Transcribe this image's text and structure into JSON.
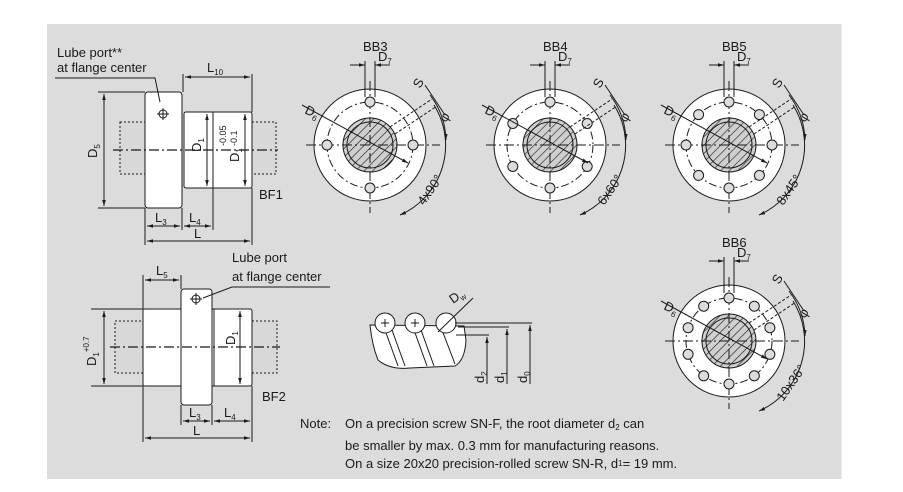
{
  "figure": {
    "background_color": "#dcdcdc",
    "line_color": "#1a1a1a",
    "part_fill": "#ffffff"
  },
  "bf1": {
    "name": "BF1",
    "lube_port_line1": "Lube port**",
    "lube_port_line2": "at flange center",
    "dim_L10": "L",
    "dim_L10_sub": "10",
    "dim_D5": "D",
    "dim_D5_sub": "5",
    "dim_D1": "D",
    "dim_D1_sub": "1",
    "dim_D1_tol": "D",
    "dim_D1_tol_sub": "1",
    "dim_D1_tol_upper": "-0.05",
    "dim_D1_tol_lower": "-0.1",
    "dim_L3": "L",
    "dim_L3_sub": "3",
    "dim_L4": "L",
    "dim_L4_sub": "4",
    "dim_L": "L"
  },
  "bf2": {
    "name": "BF2",
    "lube_port_line1": "Lube port",
    "lube_port_line2": "at flange center",
    "dim_L5": "L",
    "dim_L5_sub": "5",
    "dim_D1_tol": "D",
    "dim_D1_tol_sub": "1",
    "dim_D1_tol_upper": "+0.7",
    "dim_D1": "D",
    "dim_D1_sub": "1",
    "dim_L3": "L",
    "dim_L3_sub": "3",
    "dim_L4": "L",
    "dim_L4_sub": "4",
    "dim_L": "L"
  },
  "flanges": [
    {
      "name": "BB3",
      "holes": 4,
      "angle_label": "4x90°",
      "D6": "D",
      "D6_sub": "6",
      "D7": "D",
      "D7_sub": "7",
      "S": "S",
      "phi": "φ"
    },
    {
      "name": "BB4",
      "holes": 6,
      "angle_label": "6x60°",
      "D6": "D",
      "D6_sub": "6",
      "D7": "D",
      "D7_sub": "7",
      "S": "S",
      "phi": "φ"
    },
    {
      "name": "BB5",
      "holes": 8,
      "angle_label": "8x45°",
      "D6": "D",
      "D6_sub": "6",
      "D7": "D",
      "D7_sub": "7",
      "S": "S",
      "phi": "φ"
    },
    {
      "name": "BB6",
      "holes": 10,
      "angle_label": "10x36°",
      "D6": "D",
      "D6_sub": "6",
      "D7": "D",
      "D7_sub": "7",
      "S": "S",
      "phi": "φ"
    }
  ],
  "screw_detail": {
    "Dw": "D",
    "Dw_sub": "w",
    "d2": "d",
    "d2_sub": "2",
    "d1": "d",
    "d1_sub": "1",
    "d0": "d",
    "d0_sub": "0"
  },
  "note": {
    "head": "Note:",
    "line1_pre": "On a precision screw SN-F, the root diameter d",
    "line1_sub": "2",
    "line1_post": " can",
    "line2": "be smaller by max. 0.3 mm for manufacturing reasons.",
    "line3_pre": "On a size 20x20 precision-rolled screw SN-R, d",
    "line3_sub": "1",
    "line3_post": " = 19 mm."
  }
}
